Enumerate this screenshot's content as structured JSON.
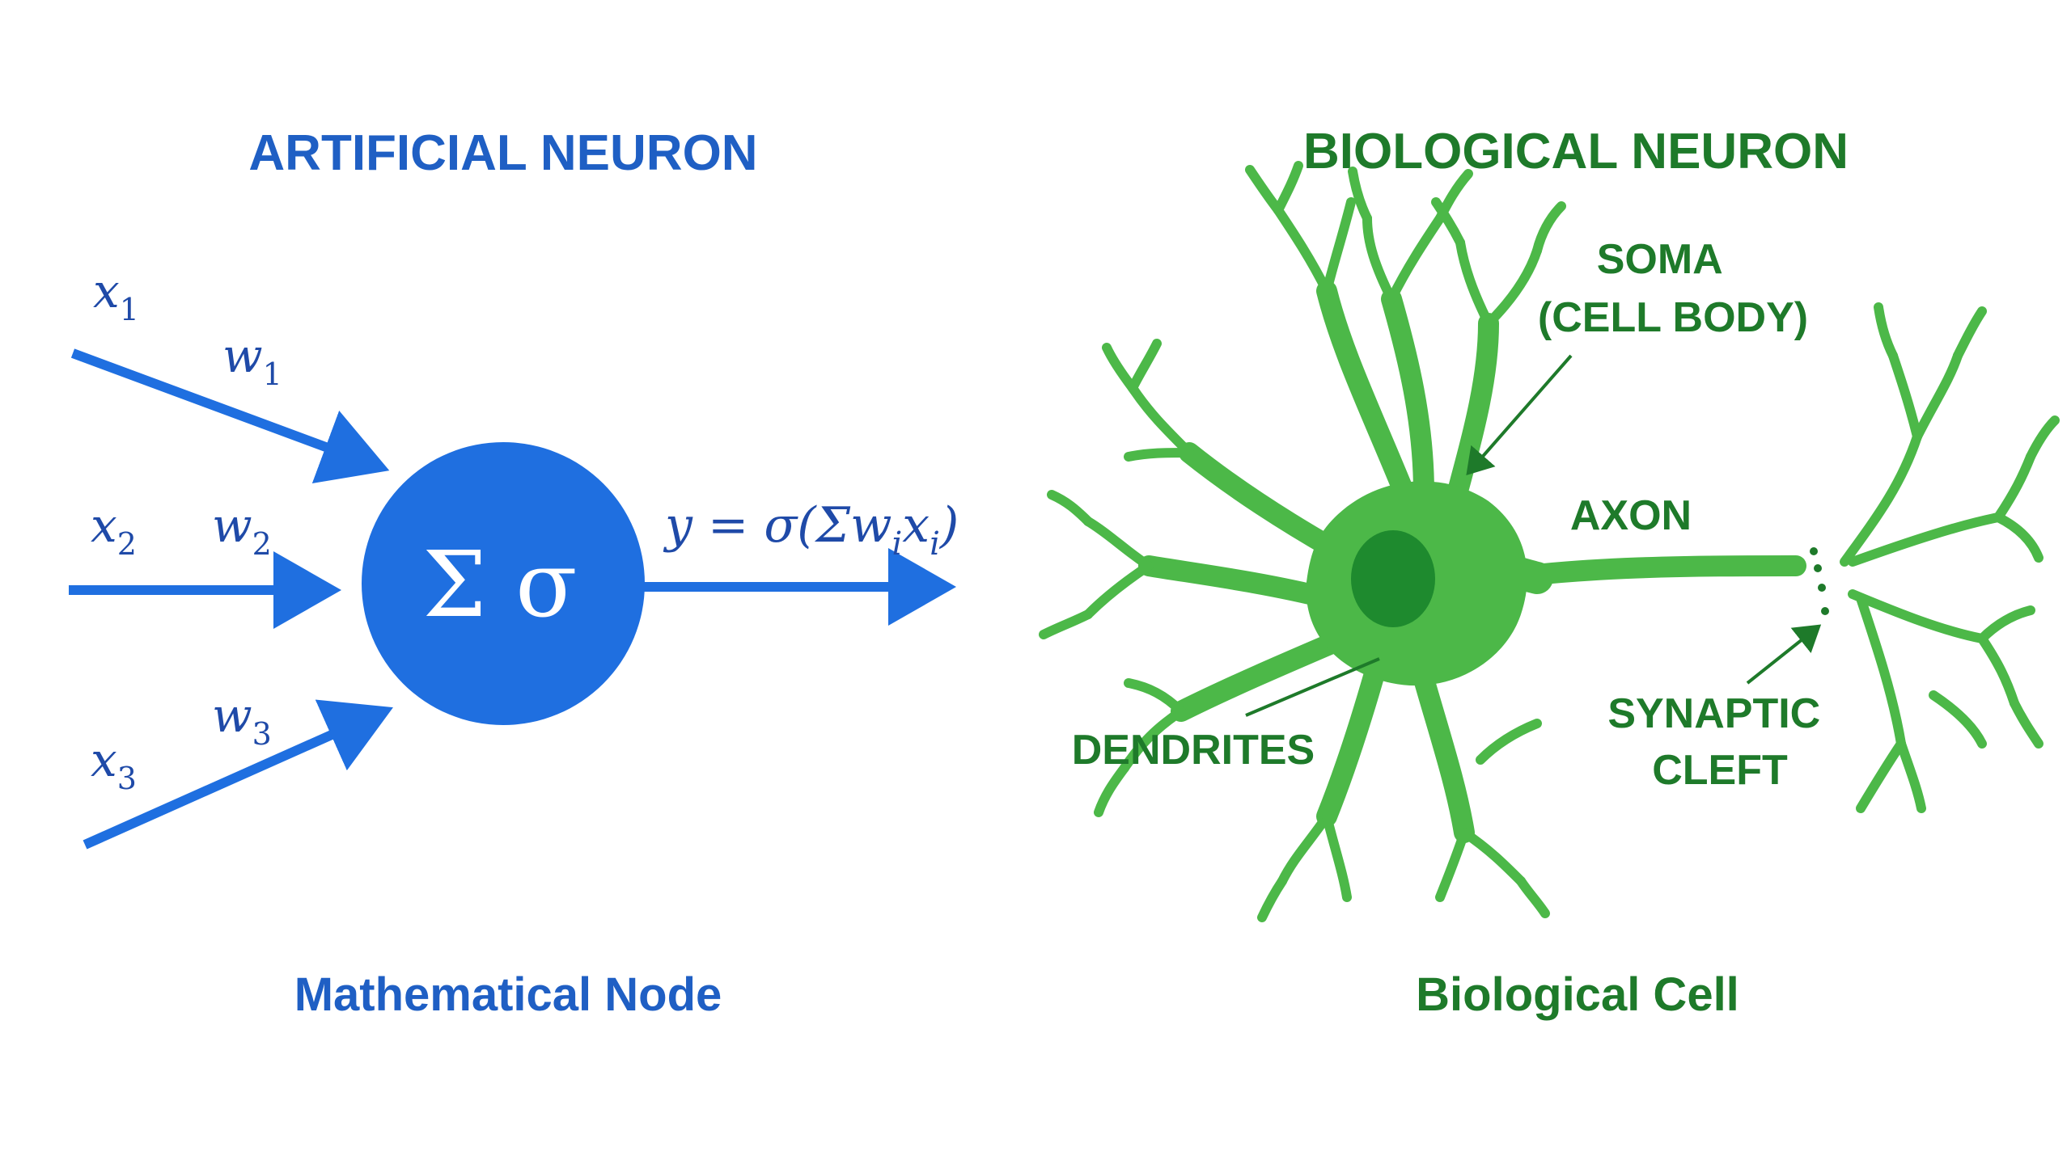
{
  "artificial": {
    "title": "ARTIFICIAL NEURON",
    "caption": "Mathematical Node",
    "node_symbol": "Σ σ",
    "inputs": [
      {
        "x": "x",
        "x_sub": "1",
        "w": "w",
        "w_sub": "1"
      },
      {
        "x": "x",
        "x_sub": "2",
        "w": "w",
        "w_sub": "2"
      },
      {
        "x": "x",
        "x_sub": "3",
        "w": "w",
        "w_sub": "3"
      }
    ],
    "output_formula": {
      "y_eq": "y = σ(Σw",
      "i1": "i",
      "x": "x",
      "i2": "i",
      "close": ")"
    },
    "color": "#1f6fe0"
  },
  "biological": {
    "title": "BIOLOGICAL NEURON",
    "caption": "Biological Cell",
    "labels": {
      "soma_line1": "SOMA",
      "soma_line2": "(CELL BODY)",
      "axon": "AXON",
      "dendrites": "DENDRITES",
      "synaptic_line1": "SYNAPTIC",
      "synaptic_line2": "CLEFT"
    },
    "color": "#4cb848",
    "nucleus_color": "#1e8a2e"
  }
}
